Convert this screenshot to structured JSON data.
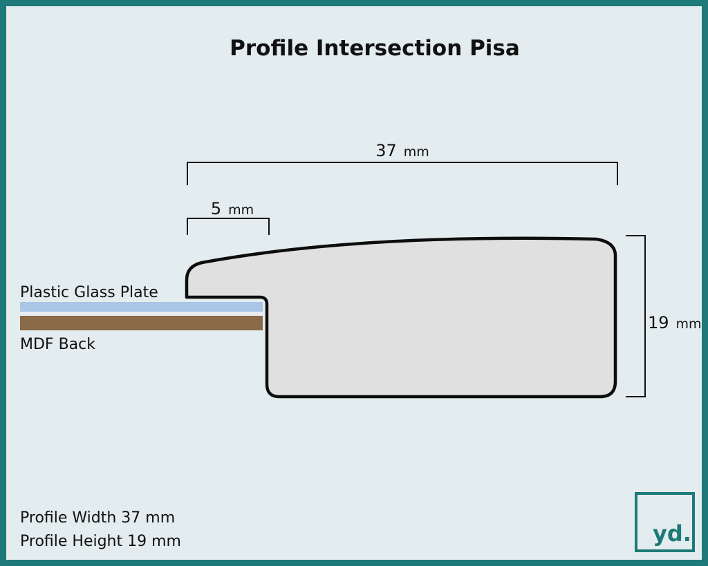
{
  "title": "Profile Intersection Pisa",
  "dimensions": {
    "width": {
      "value": "37",
      "unit": "mm"
    },
    "rebate": {
      "value": "5",
      "unit": "mm"
    },
    "height": {
      "value": "19",
      "unit": "mm"
    }
  },
  "layers": {
    "glass_label": "Plastic Glass Plate",
    "back_label": "MDF Back"
  },
  "specs": {
    "width_line": "Profile Width 37 mm",
    "height_line": "Profile Height 19 mm"
  },
  "logo": {
    "text": "yd."
  },
  "colors": {
    "frame": "#1d7a78",
    "background": "#e3ecee",
    "profile_fill": "#e0e0e0",
    "glass": "#a9c6e6",
    "mdf": "#8b6a48"
  }
}
